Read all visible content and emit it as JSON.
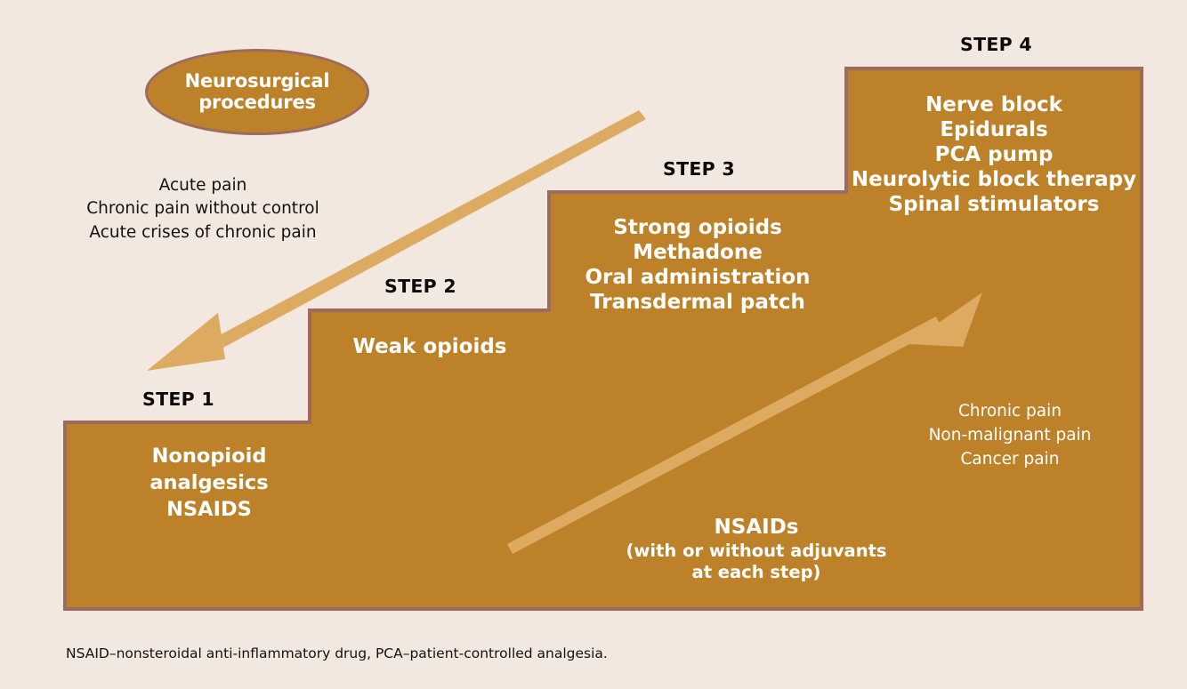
{
  "figure": {
    "type": "analgesic-ladder-diagram",
    "background_color": "#f2e8e0",
    "block_fill_color": "#bd8229",
    "block_border_color": "#9d6a5f",
    "arrow_color": "#ddaa61",
    "block_text_color": "#ffffff",
    "caption_text_color": "#0c0b0a"
  },
  "callout": {
    "line1": "Neurosurgical",
    "line2": "procedures"
  },
  "left_indications": {
    "line1": "Acute pain",
    "line2": "Chronic pain without control",
    "line3": "Acute crises of chronic pain"
  },
  "right_indications": {
    "line1": "Chronic pain",
    "line2": "Non-malignant pain",
    "line3": "Cancer pain"
  },
  "steps": [
    {
      "caption": "STEP 1",
      "items": [
        "Nonopioid",
        "analgesics",
        "NSAIDS"
      ]
    },
    {
      "caption": "STEP 2",
      "items": [
        "Weak opioids"
      ]
    },
    {
      "caption": "STEP 3",
      "items": [
        "Strong opioids",
        "Methadone",
        "Oral administration",
        "Transdermal patch"
      ]
    },
    {
      "caption": "STEP 4",
      "items": [
        "Nerve block",
        "Epidurals",
        "PCA pump",
        "Neurolytic block therapy",
        "Spinal stimulators"
      ]
    }
  ],
  "adjuvant_note": {
    "title": "NSAIDs",
    "line2": "(with or without adjuvants",
    "line3": "at each step)"
  },
  "footnote": {
    "text": "NSAID–nonsteroidal anti-inflammatory drug, PCA–patient-controlled analgesia."
  },
  "arrows": {
    "descending_label": "descending-arrow",
    "ascending_label": "ascending-arrow"
  }
}
